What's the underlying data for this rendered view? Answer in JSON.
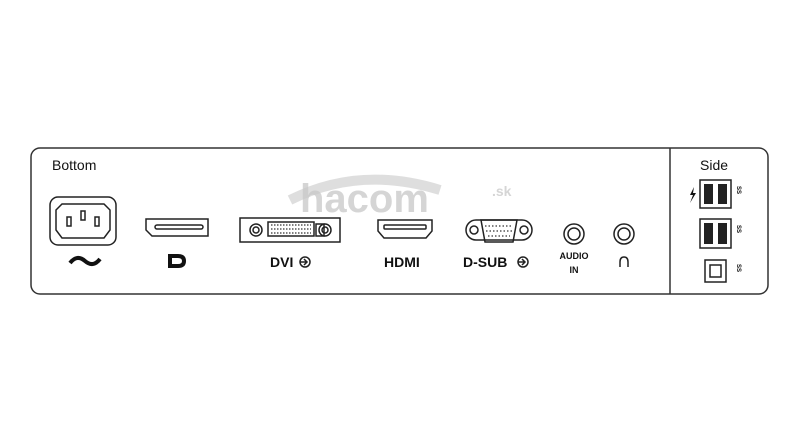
{
  "panels": {
    "bottom_label": "Bottom",
    "side_label": "Side"
  },
  "ports": {
    "power": {
      "icon": "ac-power-tilde-icon"
    },
    "displayport": {
      "icon": "displayport-logo-icon"
    },
    "dvi": {
      "label": "DVI"
    },
    "hdmi": {
      "label": "HDMI"
    },
    "dsub": {
      "label": "D-SUB"
    },
    "audio_in": {
      "label_line1": "AUDIO",
      "label_line2": "IN"
    },
    "headphone": {
      "icon": "headphone-icon"
    },
    "usb_side": {
      "mark": "SS"
    }
  },
  "watermark": {
    "main": "hacom",
    "suffix": ".sk"
  },
  "colors": {
    "line": "#222222",
    "watermark": "#c8c8c8"
  }
}
